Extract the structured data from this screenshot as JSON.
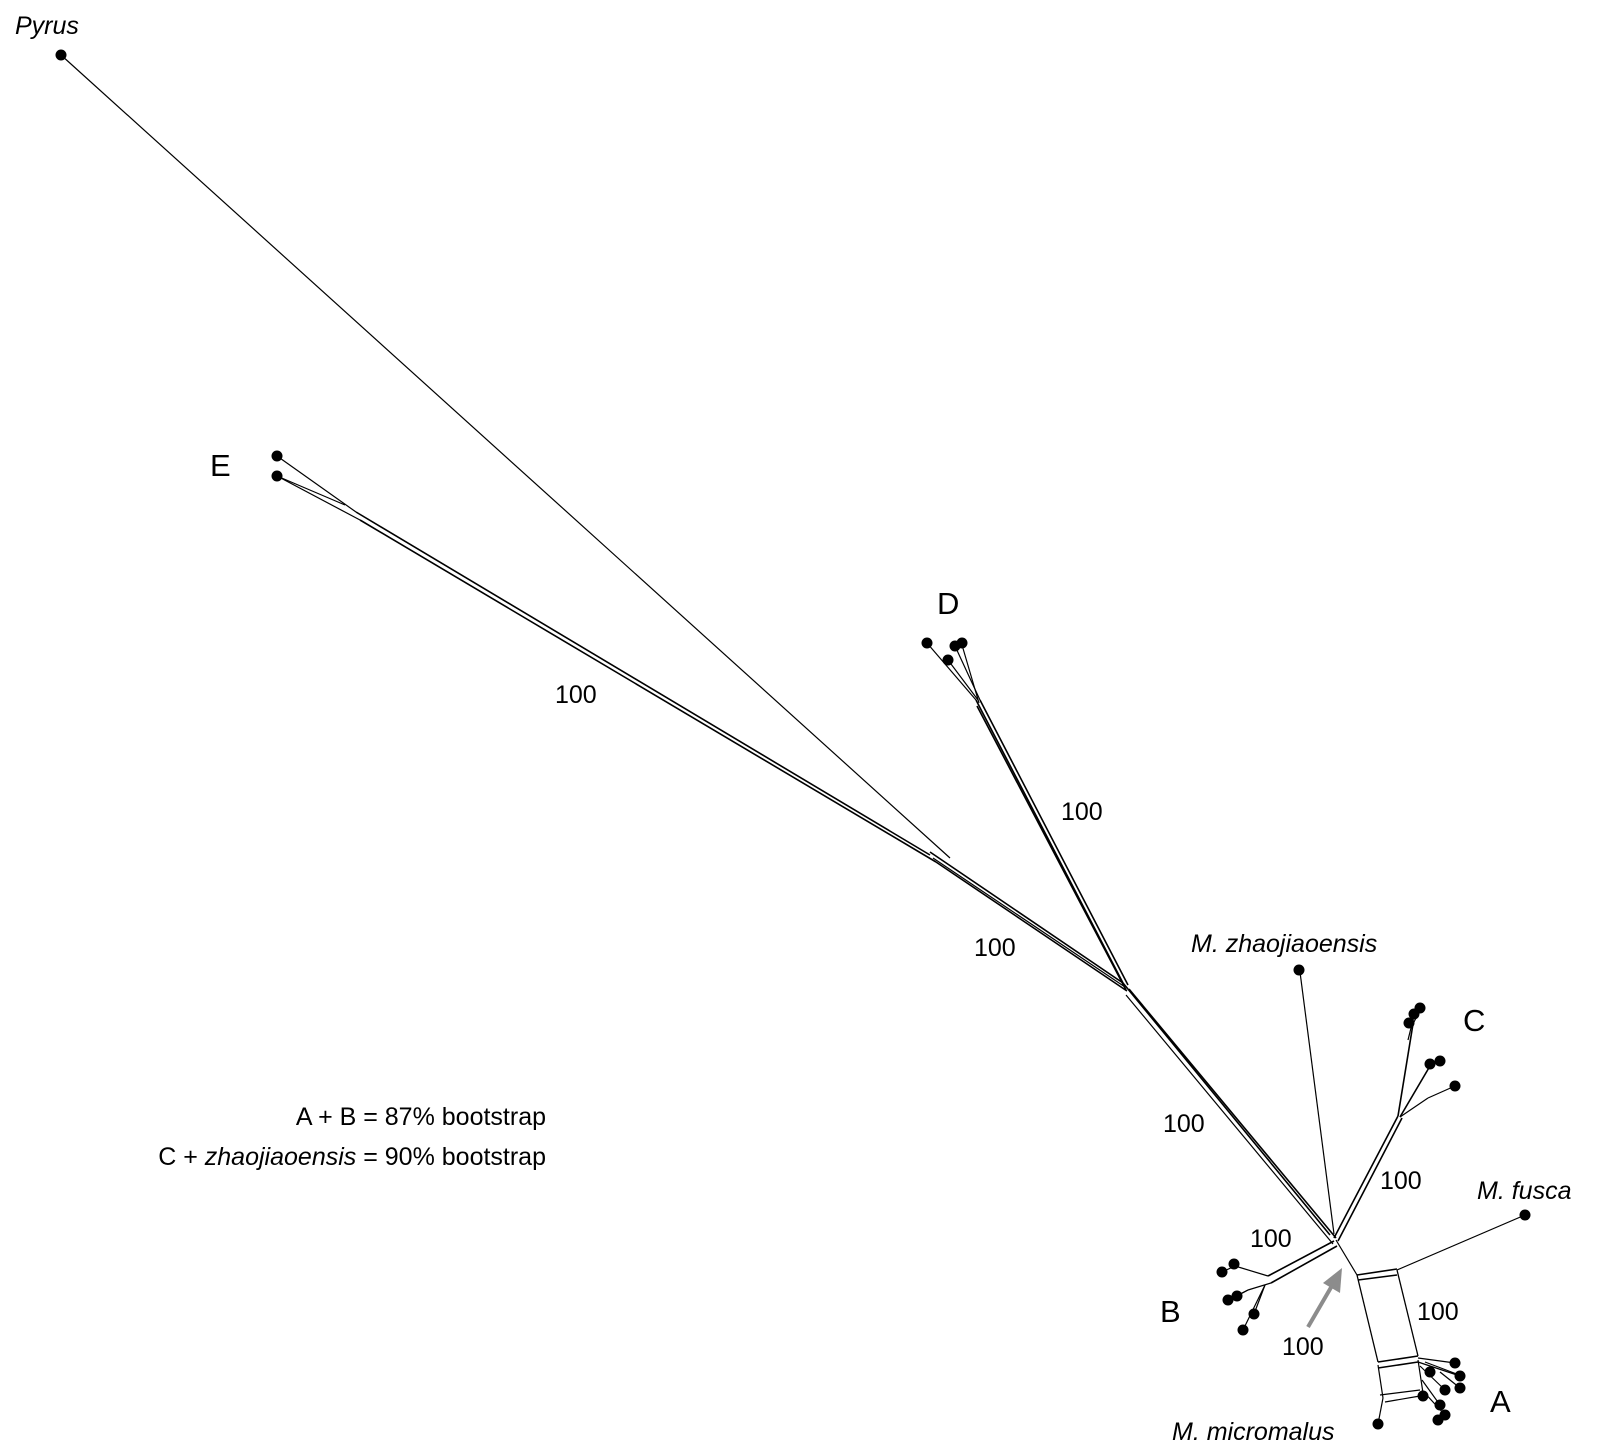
{
  "groups": {
    "A": "A",
    "B": "B",
    "C": "C",
    "D": "D",
    "E": "E"
  },
  "taxa": {
    "pyrus": "Pyrus",
    "zhaojiaoensis": "M. zhaojiaoensis",
    "fusca": "M. fusca",
    "micromalus": "M. micromalus"
  },
  "bootstrap": {
    "e_branch": "100",
    "d_branch": "100",
    "inner_1": "100",
    "inner_2": "100",
    "c_branch": "100",
    "b_branch": "100",
    "center": "100",
    "a_branch": "100"
  },
  "notes": {
    "line1": "A + B = 87% bootstrap",
    "line2_prefix": "C + ",
    "line2_italic": "zhaojiaoensis",
    "line2_suffix": " = 90% bootstrap"
  },
  "colors": {
    "lines": "#000000",
    "arrow": "#8c8c8c"
  }
}
